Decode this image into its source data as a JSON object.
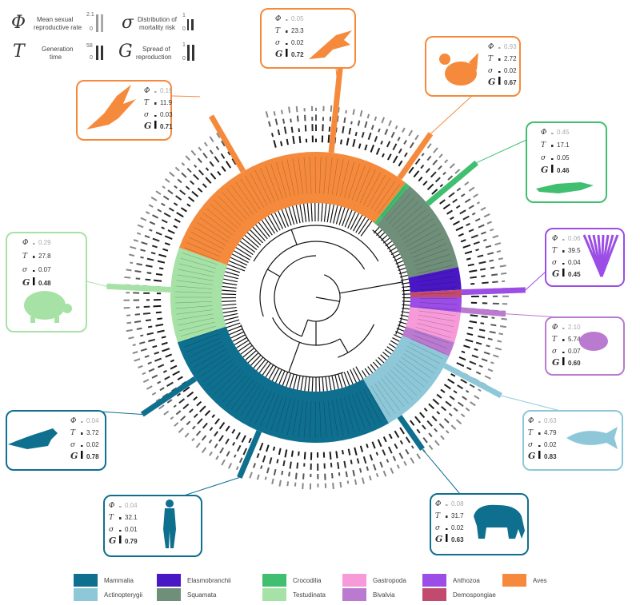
{
  "key": [
    {
      "symbol": "Φ",
      "label1": "Mean sexual",
      "label2": "reproductive rate",
      "max": "2.1",
      "min": "0"
    },
    {
      "symbol": "σ",
      "label1": "Distribution of",
      "label2": "mortality risk",
      "max": "1",
      "min": "0"
    },
    {
      "symbol": "T",
      "label1": "Generation",
      "label2": "time",
      "max": "58",
      "min": "0"
    },
    {
      "symbol": "G",
      "label1": "Spread of",
      "label2": "reproduction",
      "max": "1",
      "min": "0"
    }
  ],
  "legend": [
    {
      "label": "Mammalia",
      "color": "#0f6f8f"
    },
    {
      "label": "Actinopterygii",
      "color": "#8ec8d8"
    },
    {
      "label": "Elasmobranchii",
      "color": "#4a17c4"
    },
    {
      "label": "Squamata",
      "color": "#6f8f7a"
    },
    {
      "label": "Crocodilia",
      "color": "#3fbf6f"
    },
    {
      "label": "Testudinata",
      "color": "#a6e2a6"
    },
    {
      "label": "Gastropoda",
      "color": "#f79ad9"
    },
    {
      "label": "Bivalvia",
      "color": "#b97ad0"
    },
    {
      "label": "Anthozoa",
      "color": "#9b4de6"
    },
    {
      "label": "Demospongiae",
      "color": "#c24a6e"
    },
    {
      "label": "Aves",
      "color": "#f58a3c"
    }
  ],
  "callouts": [
    {
      "clade": "Aves",
      "animal": "eagle-silhouette",
      "phi": "0.19",
      "t": "11.9",
      "sigma": "0.03",
      "g": "0.71",
      "color": "#f58a3c"
    },
    {
      "clade": "Aves",
      "animal": "pelican-silhouette",
      "phi": "0.05",
      "t": "23.3",
      "sigma": "0.02",
      "g": "0.72",
      "color": "#f58a3c"
    },
    {
      "clade": "Aves",
      "animal": "hen-silhouette",
      "phi": "0.93",
      "t": "2.72",
      "sigma": "0.02",
      "g": "0.67",
      "color": "#f58a3c"
    },
    {
      "clade": "Crocodilia",
      "animal": "crocodile-silhouette",
      "phi": "0.45",
      "t": "17.1",
      "sigma": "0.05",
      "g": "0.46",
      "color": "#3fbf6f"
    },
    {
      "clade": "Anthozoa",
      "animal": "coral-silhouette",
      "phi": "0.06",
      "t": "39.5",
      "sigma": "0.04",
      "g": "0.45",
      "color": "#9b4de6"
    },
    {
      "clade": "Bivalvia",
      "animal": "mussel-silhouette",
      "phi": "2.10",
      "t": "5.74",
      "sigma": "0.07",
      "g": "0.60",
      "color": "#b97ad0"
    },
    {
      "clade": "Actinopterygii",
      "animal": "fish-silhouette",
      "phi": "0.63",
      "t": "4.79",
      "sigma": "0.02",
      "g": "0.83",
      "color": "#8ec8d8"
    },
    {
      "clade": "Mammalia",
      "animal": "elephant-silhouette",
      "phi": "0.08",
      "t": "31.7",
      "sigma": "0.02",
      "g": "0.63",
      "color": "#0f6f8f"
    },
    {
      "clade": "Mammalia",
      "animal": "human-silhouette",
      "phi": "0.04",
      "t": "32.1",
      "sigma": "0.01",
      "g": "0.79",
      "color": "#0f6f8f"
    },
    {
      "clade": "Mammalia",
      "animal": "otter-silhouette",
      "phi": "0.04",
      "t": "3.72",
      "sigma": "0.02",
      "g": "0.78",
      "color": "#0f6f8f"
    },
    {
      "clade": "Testudinata",
      "animal": "tortoise-silhouette",
      "phi": "0.29",
      "t": "27.8",
      "sigma": "0.07",
      "g": "0.48",
      "color": "#a6e2a6"
    }
  ]
}
